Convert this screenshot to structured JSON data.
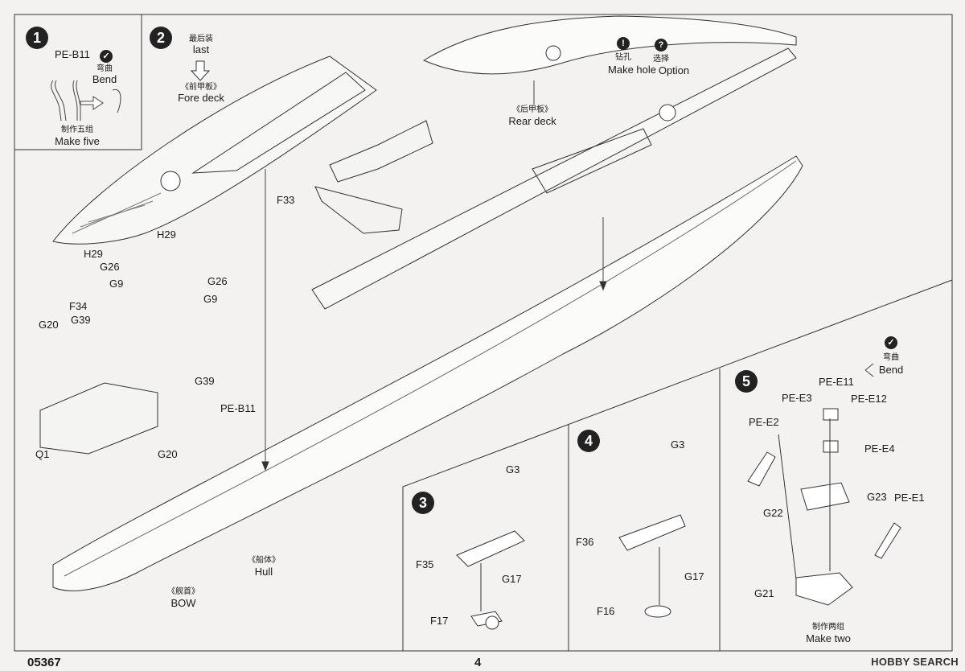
{
  "steps": {
    "s1": {
      "number": "1",
      "part": "PE-B11",
      "bend_cn": "弯曲",
      "bend_en": "Bend",
      "make_cn": "制作五组",
      "make_en": "Make five"
    },
    "s2": {
      "number": "2",
      "last_cn": "最后装",
      "last_en": "last",
      "fore_cn": "《前甲板》",
      "fore_en": "Fore deck",
      "drill_cn": "钻孔",
      "drill_en": "Make hole",
      "option_cn": "选择",
      "option_en": "Option",
      "rear_cn": "《后甲板》",
      "rear_en": "Rear deck",
      "hull_cn": "《船体》",
      "hull_en": "Hull",
      "bow_cn": "《舰首》",
      "bow_en": "BOW",
      "parts": {
        "h29a": "H29",
        "h29b": "H29",
        "g26a": "G26",
        "g26b": "G26",
        "g9a": "G9",
        "g9b": "G9",
        "f34": "F34",
        "f33": "F33",
        "g20a": "G20",
        "g39a": "G39",
        "g39b": "G39",
        "peb11": "PE-B11",
        "q1": "Q1",
        "g20b": "G20"
      }
    },
    "s3": {
      "number": "3",
      "g3": "G3",
      "f35": "F35",
      "g17": "G17",
      "f17": "F17"
    },
    "s4": {
      "number": "4",
      "g3": "G3",
      "f36": "F36",
      "g17": "G17",
      "f16": "F16"
    },
    "s5": {
      "number": "5",
      "bend_cn": "弯曲",
      "bend_en": "Bend",
      "pe_e11": "PE-E11",
      "pe_e3": "PE-E3",
      "pe_e12": "PE-E12",
      "pe_e2": "PE-E2",
      "pe_e4": "PE-E4",
      "g23": "G23",
      "pe_e1": "PE-E1",
      "g22": "G22",
      "g21": "G21",
      "make_cn": "制作两组",
      "make_en": "Make two"
    }
  },
  "footer": {
    "code": "05367",
    "page": "4"
  },
  "brand": "HOBBY SEARCH",
  "icons": {
    "bend": "bend-icon",
    "drill": "drill-icon",
    "option": "option-icon"
  }
}
